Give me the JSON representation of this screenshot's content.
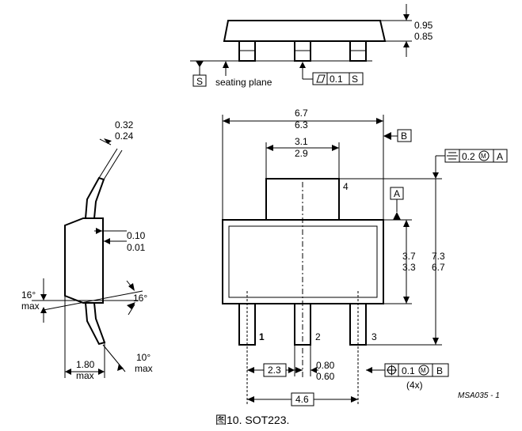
{
  "side_view": {
    "height_max": "0.95",
    "height_min": "0.85",
    "datum_s": "S",
    "seating_plane_label": "seating plane",
    "flatness_tol": "0.1",
    "flatness_ref": "S"
  },
  "end_view": {
    "lead_thick_max": "0.32",
    "lead_thick_min": "0.24",
    "standoff_max": "0.10",
    "standoff_min": "0.01",
    "angle_top": "16°",
    "angle_top_note": "max",
    "angle_right": "16°",
    "width_value": "1.80",
    "width_note": "max",
    "angle_bottom": "10°",
    "angle_bottom_note": "max"
  },
  "top_view": {
    "body_width_max": "6.7",
    "body_width_min": "6.3",
    "datum_b": "B",
    "tab_width_max": "3.1",
    "tab_width_min": "2.9",
    "position_tol": "0.2",
    "position_mod": "M",
    "position_ref": "A",
    "pin4_label": "4",
    "datum_a": "A",
    "body_height_max": "3.7",
    "body_height_min": "3.3",
    "total_height_max": "7.3",
    "total_height_min": "6.7",
    "pin1_label": "1",
    "pin2_label": "2",
    "pin3_label": "3",
    "pitch": "2.3",
    "lead_width_max": "0.80",
    "lead_width_min": "0.60",
    "lead_tol": "0.1",
    "lead_mod": "M",
    "lead_ref": "B",
    "lead_count": "(4x)",
    "span": "4.6"
  },
  "drawing_code": "MSA035 - 1",
  "caption": "图10. SOT223."
}
